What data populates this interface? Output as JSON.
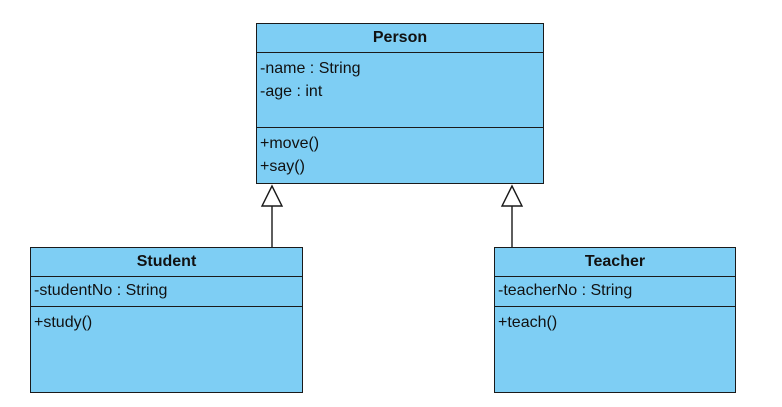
{
  "diagram": {
    "classes": {
      "person": {
        "name": "Person",
        "attributes": [
          "-name : String",
          "-age : int"
        ],
        "operations": [
          "+move()",
          "+say()"
        ]
      },
      "student": {
        "name": "Student",
        "attributes": [
          "-studentNo : String"
        ],
        "operations": [
          "+study()"
        ]
      },
      "teacher": {
        "name": "Teacher",
        "attributes": [
          "-teacherNo : String"
        ],
        "operations": [
          "+teach()"
        ]
      }
    },
    "relationships": [
      {
        "type": "generalization",
        "from": "Student",
        "to": "Person"
      },
      {
        "type": "generalization",
        "from": "Teacher",
        "to": "Person"
      }
    ],
    "colors": {
      "class_fill": "#7ecef4",
      "stroke": "#1a1a1a"
    }
  }
}
